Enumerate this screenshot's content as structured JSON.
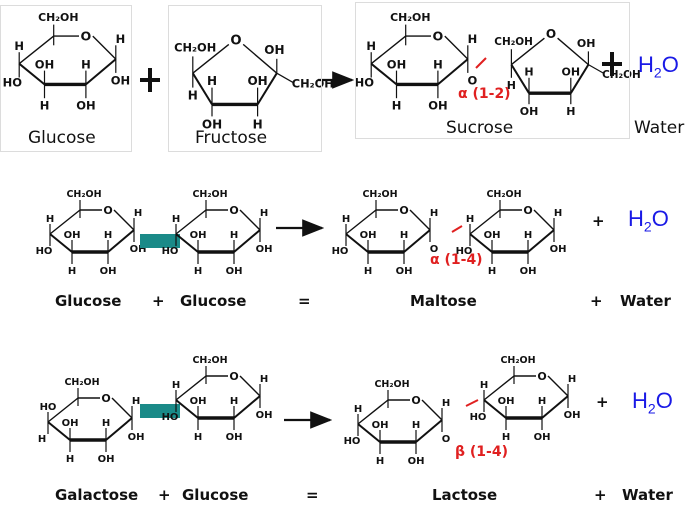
{
  "reactions": [
    {
      "reactants": [
        "Glucose",
        "Fructose"
      ],
      "product": "Sucrose",
      "byproduct": "Water",
      "bond": "α (1-2)",
      "water_formula": {
        "main": "H",
        "sub": "2",
        "tail": "O"
      }
    },
    {
      "reactants": [
        "Glucose",
        "Glucose"
      ],
      "product": "Maltose",
      "byproduct": "Water",
      "bond": "α (1-4)",
      "water_formula": {
        "main": "H",
        "sub": "2",
        "tail": "O"
      }
    },
    {
      "reactants": [
        "Galactose",
        "Glucose"
      ],
      "product": "Lactose",
      "byproduct": "Water",
      "bond": "β (1-4)",
      "water_formula": {
        "main": "H",
        "sub": "2",
        "tail": "O"
      }
    }
  ],
  "symbols": {
    "plus": "+",
    "equals": "="
  },
  "atoms": {
    "ch2oh": "CH₂OH",
    "oh": "OH",
    "h": "H",
    "o": "O",
    "ho": "HO",
    "ch2oh_end": "CH₂OH"
  },
  "colors": {
    "bond": "#e02020",
    "water": "#1a1ae6",
    "highlight": "#1a8a88"
  }
}
